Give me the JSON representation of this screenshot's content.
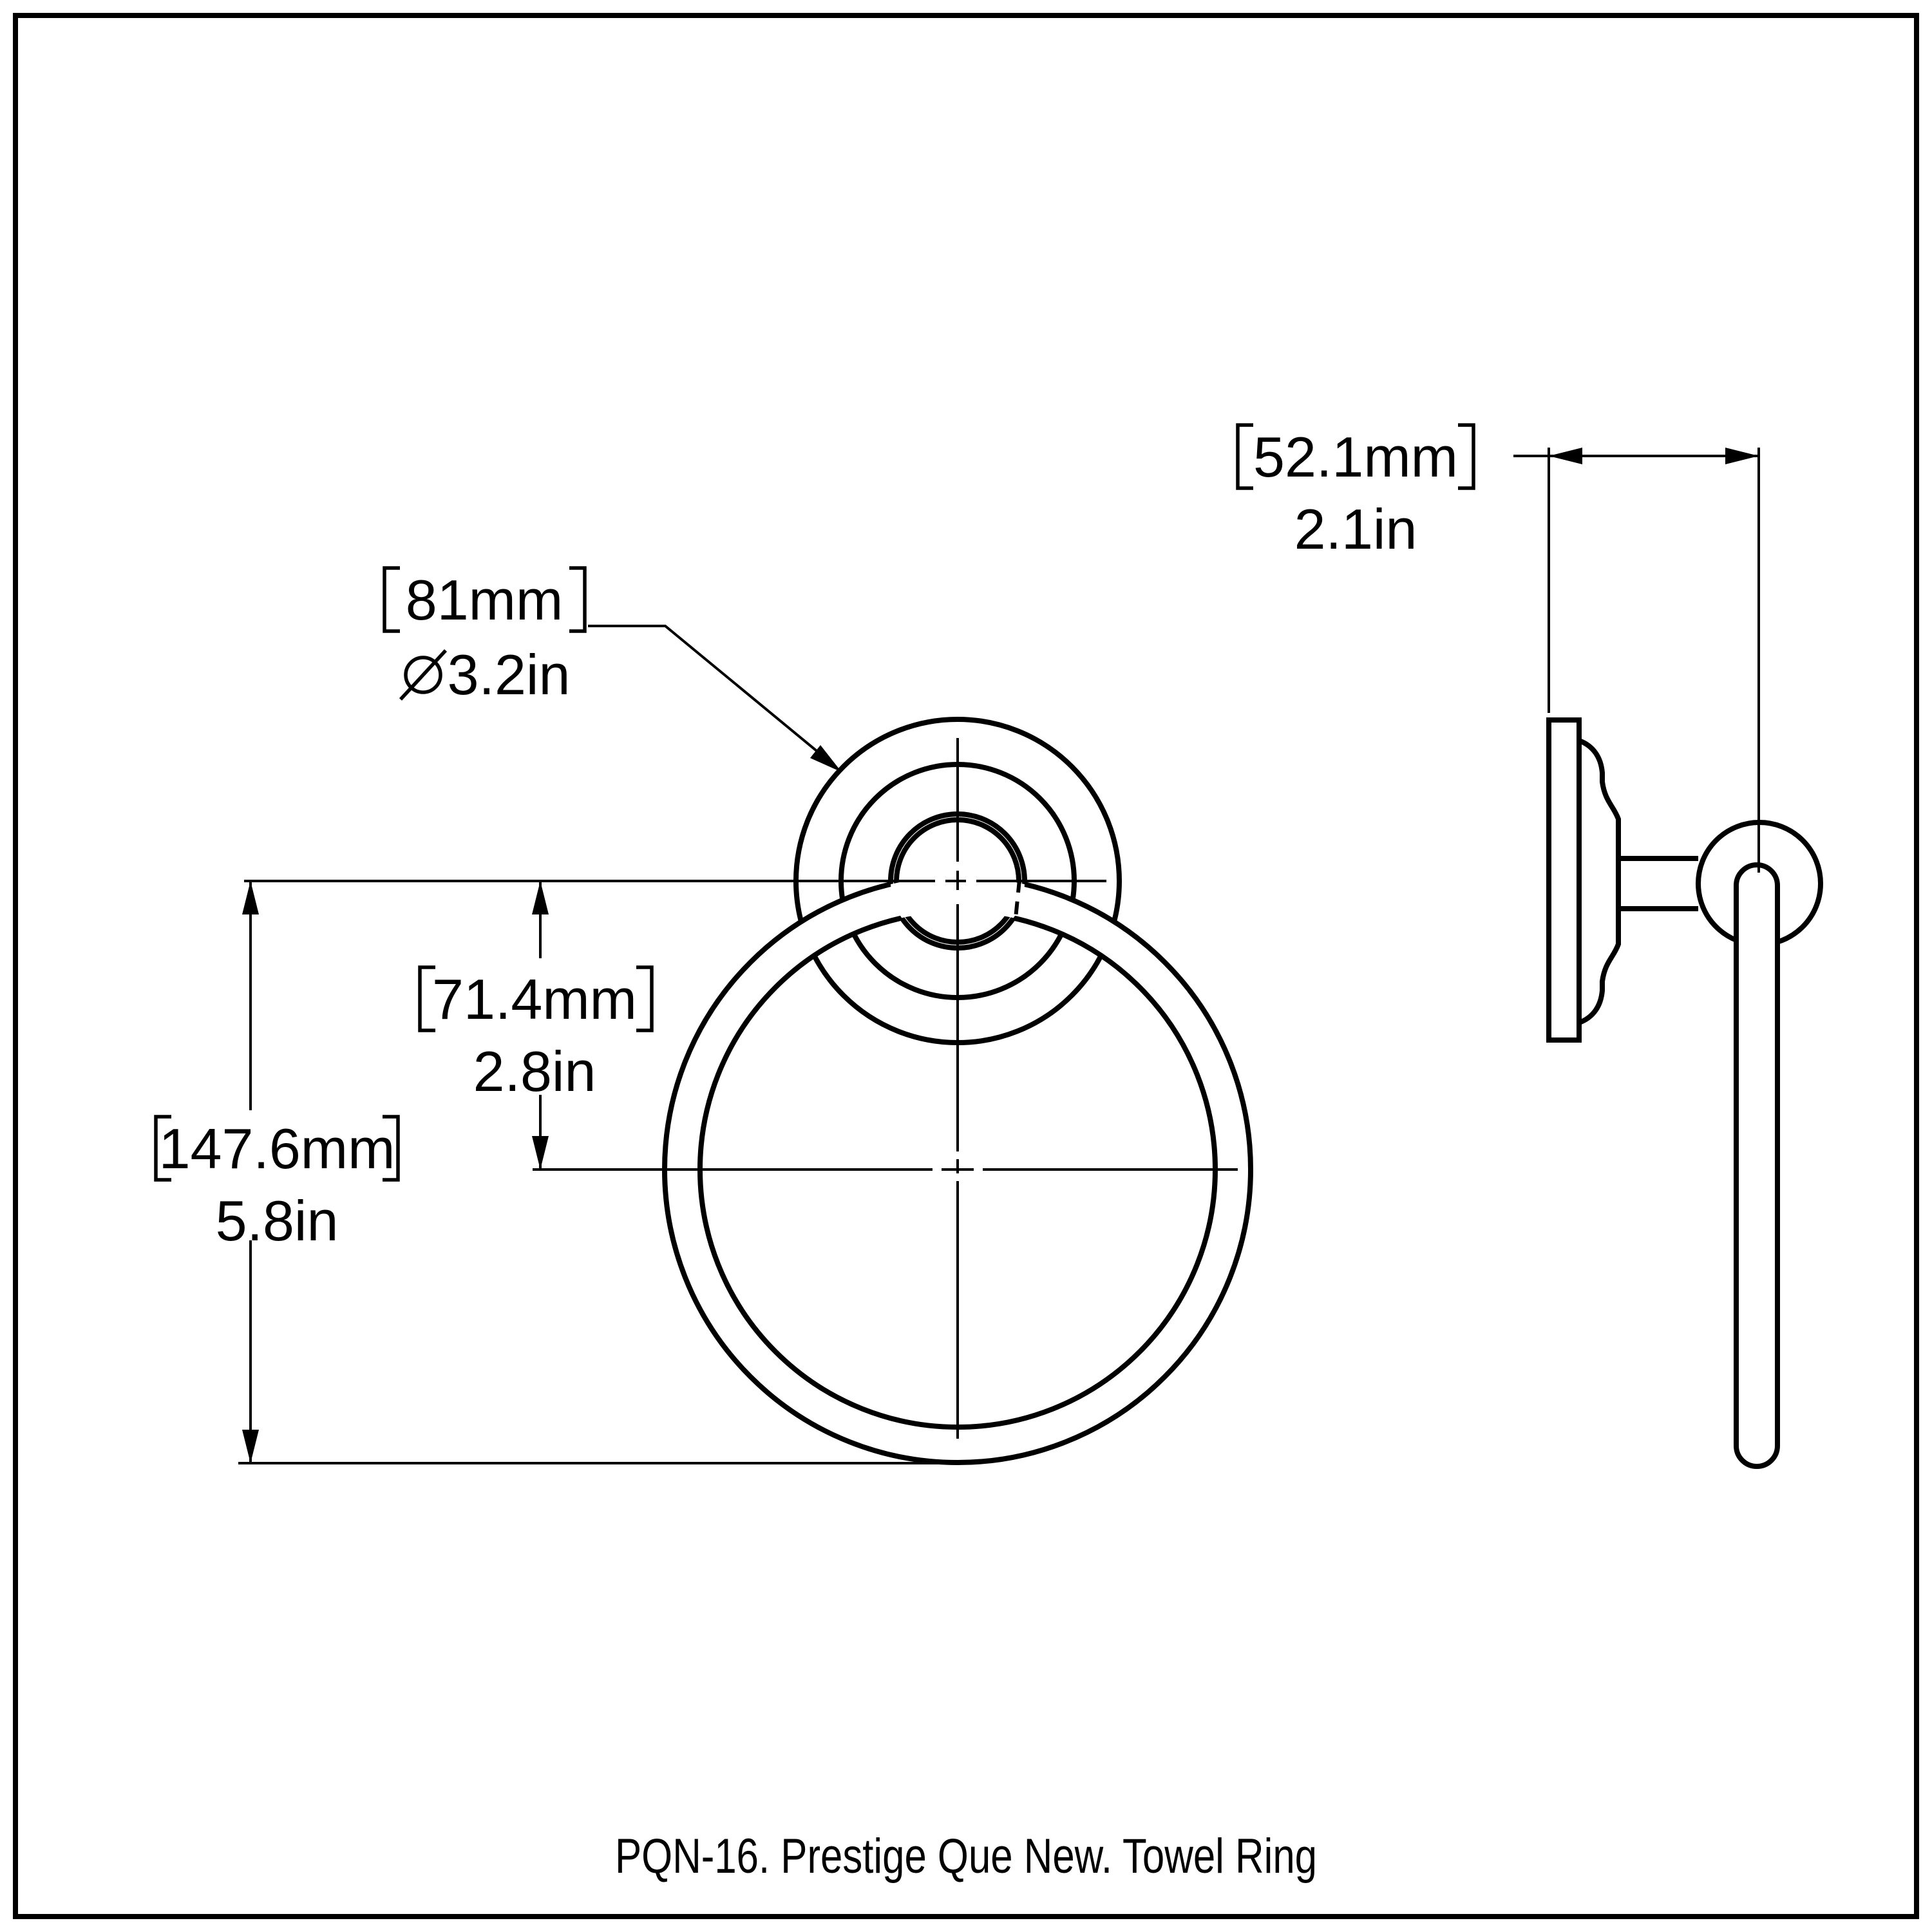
{
  "caption": "PQN-16. Prestige Que New. Towel Ring",
  "colors": {
    "background": "#ffffff",
    "ink": "#000000"
  },
  "dimensions": {
    "backplate_diameter": {
      "mm": "81mm",
      "inches": "3.2in",
      "symbol": "⌀"
    },
    "wall_projection": {
      "mm": "52.1mm",
      "inches": "2.1in"
    },
    "center_drop": {
      "mm": "71.4mm",
      "inches": "2.8in"
    },
    "overall_height": {
      "mm": "147.6mm",
      "inches": "5.8in"
    }
  }
}
